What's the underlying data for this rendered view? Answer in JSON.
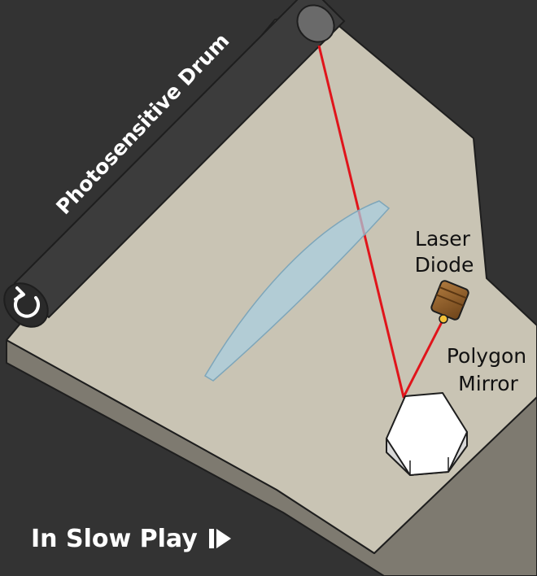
{
  "labels": {
    "drum": "Photosensitive Drum",
    "laser_line1": "Laser",
    "laser_line2": "Diode",
    "mirror_line1": "Polygon",
    "mirror_line2": "Mirror"
  },
  "controls": {
    "play_label": "In Slow Play",
    "play_icon": "play-pause-icon"
  },
  "colors": {
    "background": "#333333",
    "platform_top": "#c9c4b4",
    "platform_side": "#7e7a70",
    "laser_beam": "#e0141b",
    "lens": "#a9cfe2",
    "drum": "#707070",
    "laser_diode": "#8b5a2b",
    "mirror": "#ffffff"
  }
}
